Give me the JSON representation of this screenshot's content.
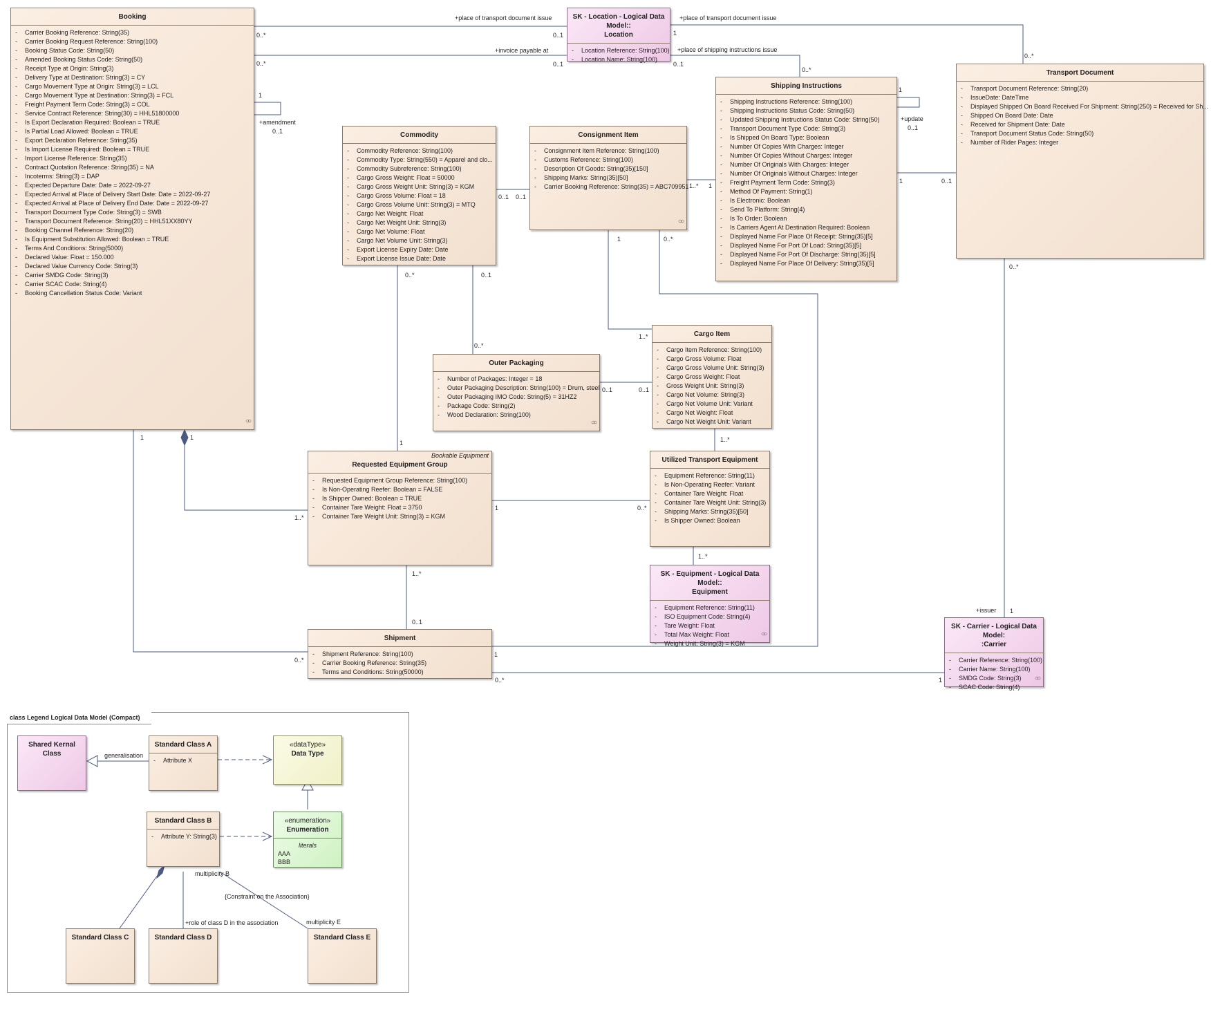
{
  "classes": {
    "booking": {
      "name": "Booking",
      "attributes": [
        "Carrier Booking Reference: String(35)",
        "Carrier Booking Request Reference: String(100)",
        "Booking Status Code: String(50)",
        "Amended Booking Status Code: String(50)",
        "Receipt Type at Origin: String(3)",
        "Delivery Type at Destination: String(3) = CY",
        "Cargo Movement Type  at Origin: String(3) = LCL",
        "Cargo Movement Type at Destination: String(3) = FCL",
        "Freight Payment Term Code: String(3) = COL",
        "Service Contract Reference: String(30) = HHL51800000",
        "Is Export Declaration Required: Boolean = TRUE",
        "Is Partial Load Allowed: Boolean = TRUE",
        "Export Declaration Reference: String(35)",
        "Is Import License Required: Boolean = TRUE",
        "Import License Reference: String(35)",
        "Contract Quotation Reference: String(35) = NA",
        "Incoterms: String(3) = DAP",
        "Expected Departure Date: Date = 2022-09-27",
        "Expected Arrival at Place of Delivery Start Date: Date = 2022-09-27",
        "Expected Arrival at Place of Delivery End Date: Date = 2022-09-27",
        "Transport Document Type Code: String(3) = SWB",
        "Transport Document Reference: String(20) = HHL51XX80YY",
        "Booking Channel Reference: String(20)",
        "Is Equipment Substitution Allowed: Boolean = TRUE",
        "Terms And Conditions: String(5000)",
        "Declared Value: Float = 150.000",
        "Declared Value Currency Code: String(3)",
        "Carrier SMDG Code: String(3)",
        "Carrier SCAC Code: String(4)",
        "Booking Cancellation Status Code: Variant"
      ]
    },
    "location": {
      "name": "SK - Location - Logical Data Model::\nLocation",
      "attributes": [
        "Location Reference: String(100)",
        "Location Name: String(100)"
      ]
    },
    "shipping_instructions": {
      "name": "Shipping Instructions",
      "attributes": [
        "Shipping Instructions  Reference: String(100)",
        "Shipping Instructions Status Code: String(50)",
        "Updated Shipping Instructions Status Code: String(50)",
        "Transport Document Type Code: String(3)",
        "Is Shipped On Board Type: Boolean",
        "Number Of Copies With Charges: Integer",
        "Number Of Copies Without Charges: Integer",
        "Number Of Originals With Charges: Integer",
        "Number Of Originals Without Charges: Integer",
        "Freight Payment Term Code: String(3)",
        "Method Of Payment: String(1)",
        "Is Electronic: Boolean",
        "Send To Platform: String(4)",
        "Is To Order: Boolean",
        "Is Carriers Agent At Destination Required: Boolean",
        "Displayed Name For Place Of Receipt: String(35)[5]",
        "Displayed Name For Port Of Load: String(35)[5]",
        "Displayed Name For Port Of Discharge: String(35)[5]",
        "Displayed Name For Place Of Delivery: String(35)[5]"
      ]
    },
    "transport_document": {
      "name": "Transport Document",
      "attributes": [
        "Transport Document Reference: String(20)",
        "IssueDate: DateTime",
        "Displayed Shipped On Board Received For Shipment: String(250) = Received for Sh...",
        "Shipped On Board Date: Date",
        "Received for Shipment Date: Date",
        "Transport Document Status Code: String(50)",
        "Number of Rider Pages: Integer"
      ]
    },
    "commodity": {
      "name": "Commodity",
      "attributes": [
        "Commodity Reference: String(100)",
        "Commodity Type: String(550) = Apparel and clo...",
        "Commodity Subreference: String(100)",
        "Cargo Gross Weight: Float = 50000",
        "Cargo Gross Weight Unit: String(3) = KGM",
        "Cargo Gross Volume: Float = 18",
        "Cargo Gross Volume Unit: String(3) = MTQ",
        "Cargo Net Weight: Float",
        "Cargo Net Weight Unit: String(3)",
        "Cargo Net Volume: Float",
        "Cargo Net Volume Unit: String(3)",
        "Export License Expiry Date: Date",
        "Export License Issue Date: Date"
      ]
    },
    "consignment_item": {
      "name": "Consignment Item",
      "attributes": [
        "Consignment Item Reference: String(100)",
        "Customs Reference: String(100)",
        "Description Of Goods: String(35)[150]",
        "Shipping Marks: String(35)[50]",
        "Carrier Booking Reference: String(35) = ABC709951"
      ]
    },
    "outer_packaging": {
      "name": "Outer Packaging",
      "attributes": [
        "Number of Packages: Integer = 18",
        "Outer Packaging Description: String(100) = Drum, steel",
        "Outer Packaging IMO Code: String(5) = 31HZ2",
        "Package Code: String(2)",
        "Wood Declaration: String(100)"
      ]
    },
    "cargo_item": {
      "name": "Cargo Item",
      "attributes": [
        "Cargo Item Reference: String(100)",
        "Cargo Gross Volume: Float",
        "Cargo Gross Volume Unit: String(3)",
        "Cargo Gross Weight: Float",
        "Gross Weight Unit: String(3)",
        "Cargo Net Volume: String(3)",
        "Cargo Net Volume Unit: Variant",
        "Cargo Net Weight: Float",
        "Cargo Net Weight Unit: Variant"
      ]
    },
    "requested_equipment_group": {
      "hint": "Bookable Equipment",
      "name": "Requested Equipment Group",
      "attributes": [
        "Requested Equipment Group Reference: String(100)",
        "Is Non-Operating Reefer: Boolean = FALSE",
        "Is Shipper Owned: Boolean = TRUE",
        "Container Tare Weight: Float = 3750",
        "Container Tare Weight Unit: String(3) = KGM"
      ]
    },
    "utilized_transport_equipment": {
      "name": "Utilized Transport Equipment",
      "attributes": [
        "Equipment Reference: String(11)",
        "Is Non-Operating Reefer: Variant",
        "Container Tare Weight: Float",
        "Container Tare Weight Unit: String(3)",
        "Shipping Marks: String(35)[50]",
        "Is Shipper Owned: Boolean"
      ]
    },
    "equipment": {
      "name": "SK - Equipment - Logical Data Model::\nEquipment",
      "attributes": [
        "Equipment Reference: String(11)",
        "ISO Equipment Code: String(4)",
        "Tare Weight: Float",
        "Total Max Weight: Float",
        "Weight Unit: String(3) = KGM"
      ]
    },
    "shipment": {
      "name": "Shipment",
      "attributes": [
        "Shipment Reference: String(100)",
        "Carrier Booking Reference: String(35)",
        "Terms and Conditions: String(50000)"
      ]
    },
    "carrier": {
      "name": "SK - Carrier - Logical Data Model:\n:Carrier",
      "attributes": [
        "Carrier Reference: String(100)",
        "Carrier Name: String(100)",
        "SMDG Code: String(3)",
        "SCAC Code: String(4)"
      ]
    }
  },
  "labels": {
    "pot_issue_left": "+place of transport document issue",
    "pot_issue_right": "+place of transport document issue",
    "invoice_payable": "+invoice payable at",
    "si_issue": "+place of shipping instructions issue",
    "amendment": "+amendment",
    "update": "+update",
    "issuer": "+issuer",
    "m_book_loc1": "0..*",
    "m_loc_book1": "0..1",
    "m_book_loc2": "0..*",
    "m_loc_book2": "0..1",
    "m_loc_td_1": "1",
    "m_td_loc": "0..*",
    "m_loc_si": "0..1",
    "m_si_loc": "0..*",
    "m_amend_1": "1",
    "m_amend_01": "0..1",
    "m_upd_1": "1",
    "m_upd_01": "0..1",
    "m_si_td_1": "1",
    "m_td_si_01": "0..1",
    "m_com_ci_01a": "0..1",
    "m_com_ci_01b": "0..1",
    "m_ci_si_1n": "1..*",
    "m_ci_si_1": "1",
    "m_ci_cargo_1": "1",
    "m_ci_ship_0n": "0..*",
    "m_com_reg_0n": "0..*",
    "m_com_op_01": "0..1",
    "m_op_com_0n": "0..*",
    "m_cargo_ci_1n": "1..*",
    "m_op_cargo_01": "0..1",
    "m_cargo_op_01": "0..1",
    "m_reg_com_1": "1",
    "m_cargo_ute_1n": "1..*",
    "m_book_reg_1": "1",
    "m_book_ship_1": "1",
    "m_reg_book_1n": "1..*",
    "m_reg_ute_1": "1",
    "m_ute_reg_0n": "0..*",
    "m_eq_ute_1n": "1..*",
    "m_reg_ship_1n": "1..*",
    "m_ship_reg_01": "0..1",
    "m_ship_book_0n": "0..*",
    "m_ship_ci_1": "1",
    "m_ship_car_0n": "0..*",
    "m_car_ship_1": "1",
    "m_td_car_0n": "0..*",
    "m_car_td_1": "1"
  },
  "legend": {
    "frame_title": "class Legend Logical Data Model (Compact)",
    "shared_kernel": "Shared Kernal Class",
    "class_a": "Standard Class A",
    "attr_x": "Attribute X",
    "datatype_stereo": "«dataType»",
    "datatype_name": "Data Type",
    "class_b": "Standard Class B",
    "attr_y": "Attribute Y: String(3)",
    "enum_stereo": "«enumeration»",
    "enum_name": "Enumeration",
    "literals_title": "literals",
    "literal_1": "AAA",
    "literal_2": "BBB",
    "class_c": "Standard Class C",
    "class_d": "Standard Class D",
    "class_e": "Standard Class E",
    "generalisation": "generalisation",
    "multiplicity_b": "multiplicity B",
    "constraint": "{Constraint on the Association}",
    "role_d": "+role of class D in the association",
    "multiplicity_e": "multiplicity E"
  },
  "colors": {
    "class_fill": "#f6e6d6",
    "shared_kernel_fill": "#f4d8ee",
    "datatype_fill": "#f6f6d8",
    "enumeration_fill": "#ddf6d4",
    "connector": "#4a5a80"
  }
}
